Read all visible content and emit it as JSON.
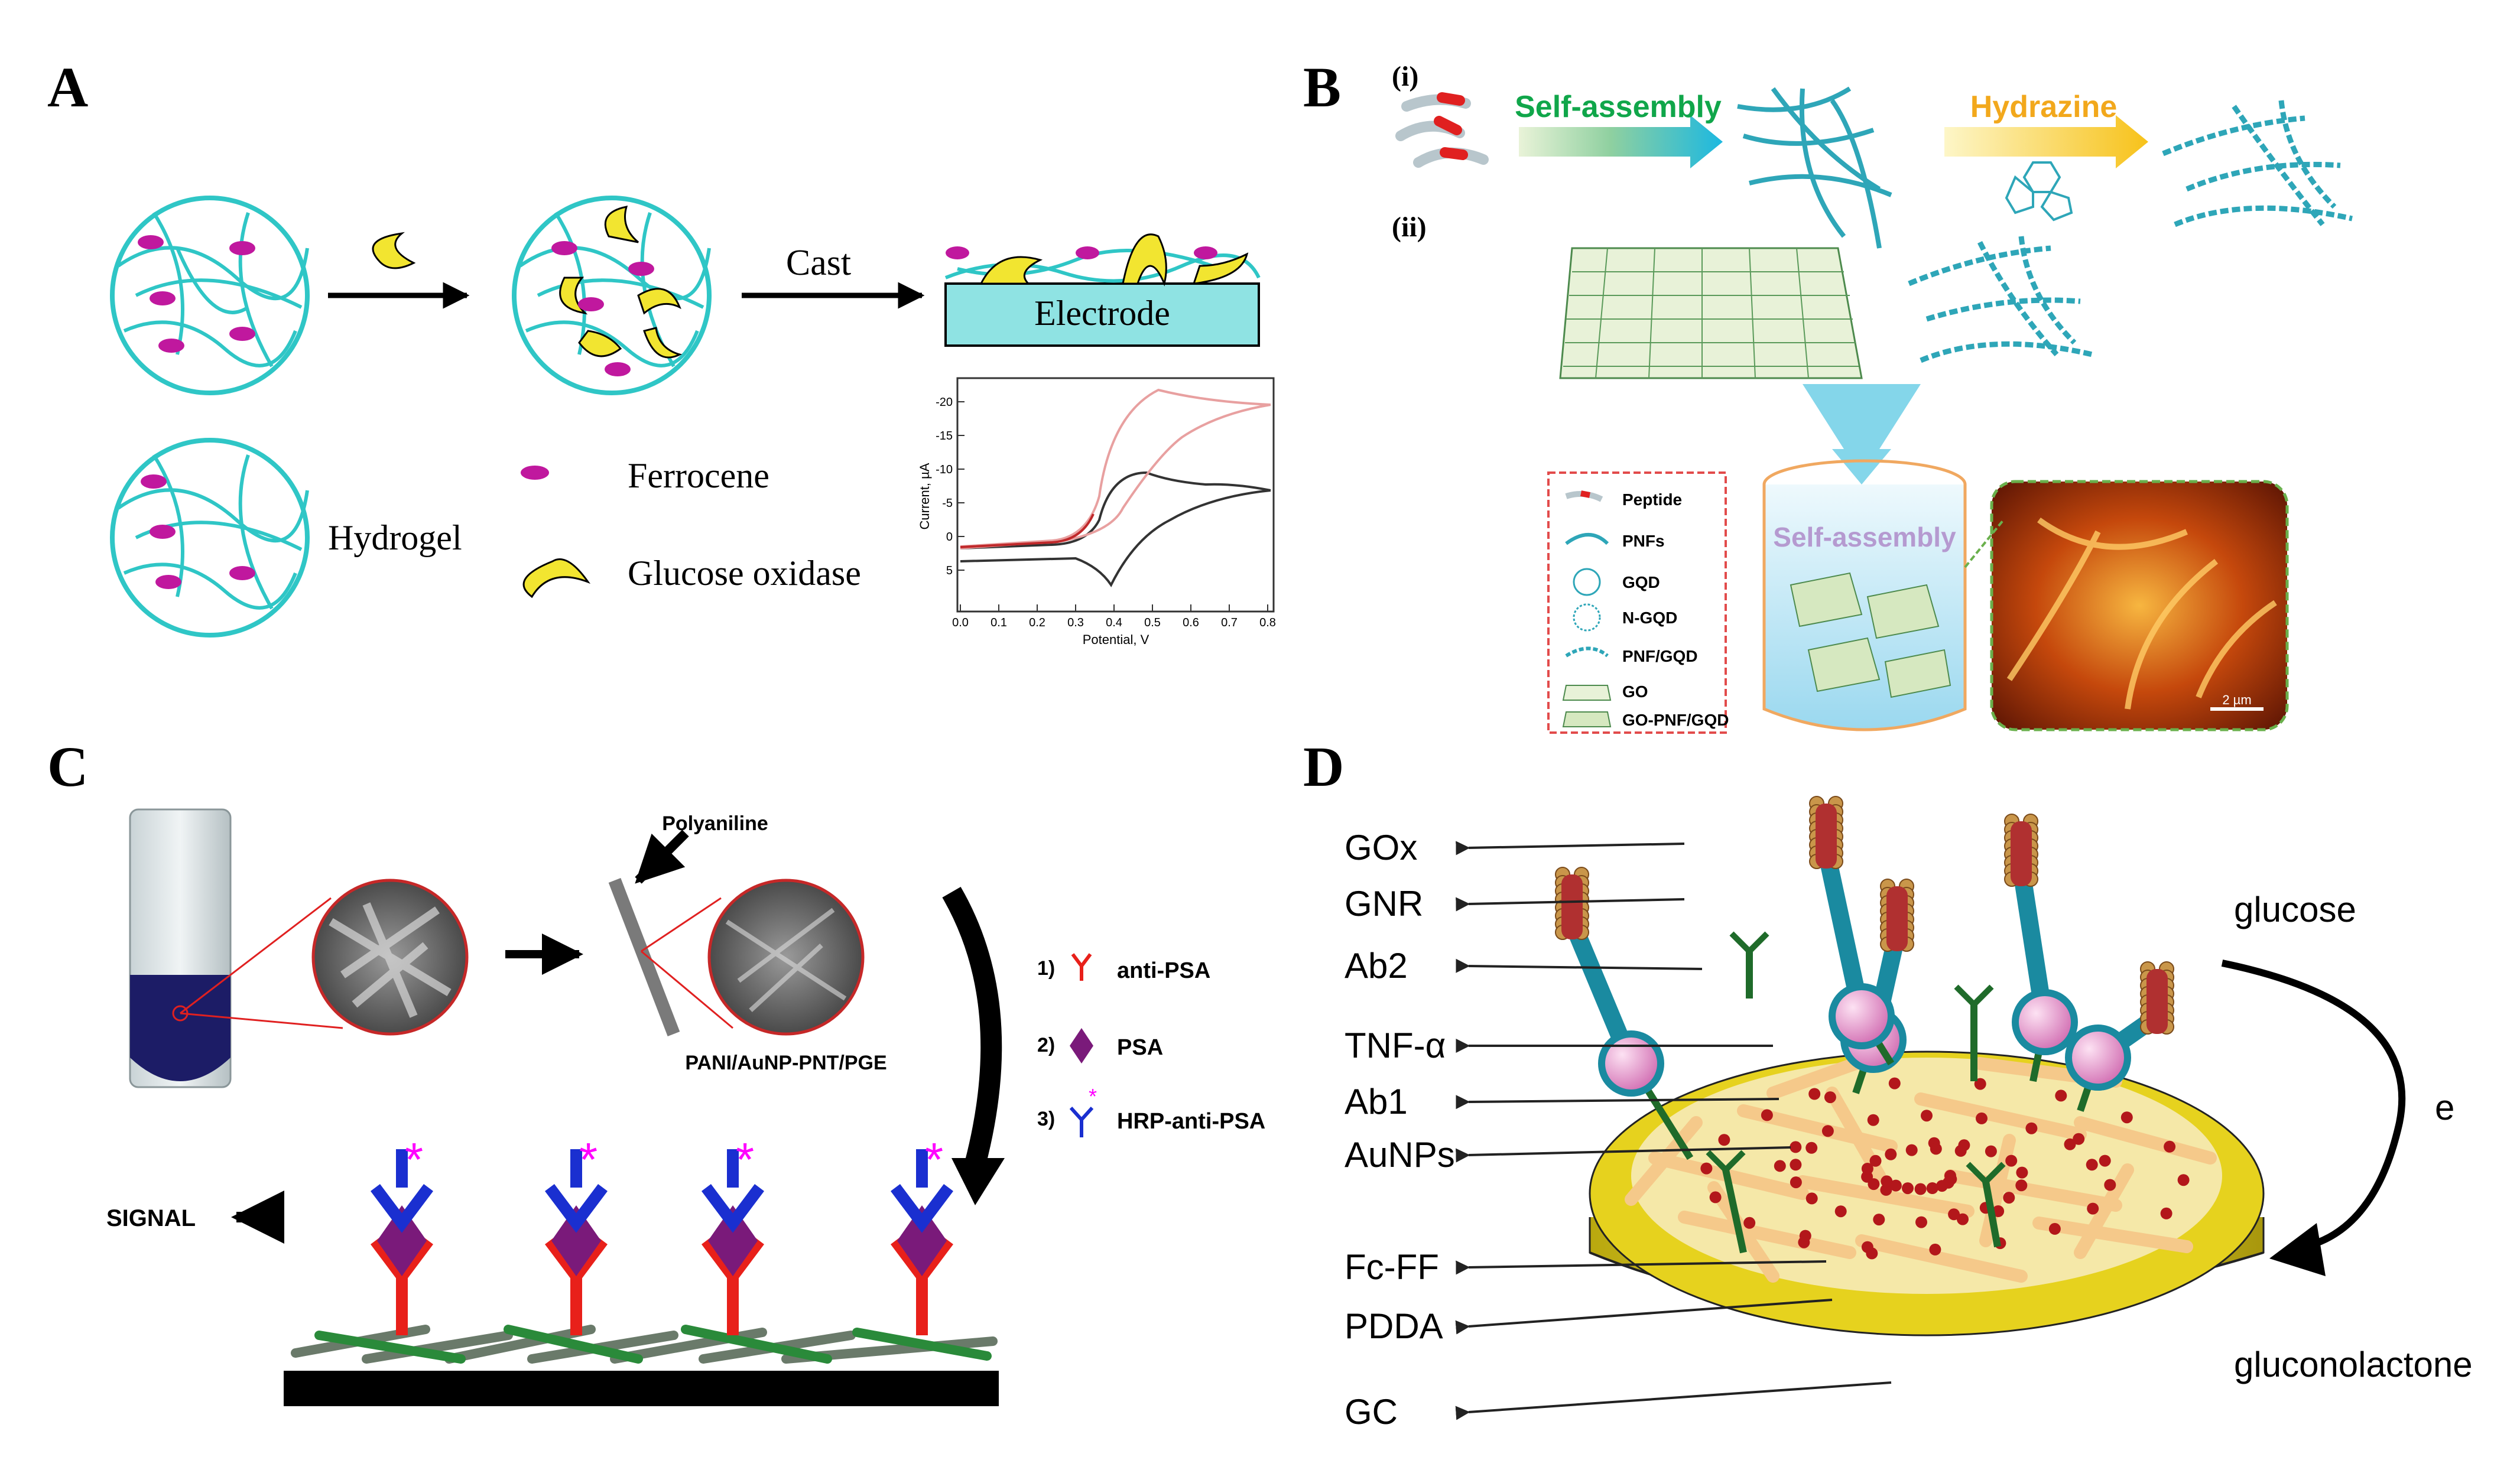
{
  "panels": {
    "A": {
      "label": "A",
      "cast_label": "Cast",
      "electrode_label": "Electrode",
      "legend": {
        "hydrogel": "Hydrogel",
        "ferrocene": "Ferrocene",
        "glucose_oxidase": "Glucose oxidase"
      },
      "cv_plot": {
        "y_axis_title": "Current, µA",
        "x_axis_title": "Potential, V",
        "y_ticks": [
          "-20",
          "-15",
          "-10",
          "-5",
          "0",
          "5"
        ],
        "x_ticks": [
          "0.0",
          "0.1",
          "0.2",
          "0.3",
          "0.4",
          "0.5",
          "0.6",
          "0.7",
          "0.8"
        ]
      }
    },
    "B": {
      "label": "B",
      "step_i": "(i)",
      "step_ii": "(ii)",
      "self_assembly_arrow": "Self-assembly",
      "hydrazine_arrow": "Hydrazine",
      "beaker_label": "Self-assembly",
      "legend": [
        "Peptide",
        "PNFs",
        "GQD",
        "N-GQD",
        "PNF/GQD",
        "GO",
        "GO-PNF/GQD"
      ],
      "scale_bar": "2 µm"
    },
    "C": {
      "label": "C",
      "polyaniline": "Polyaniline",
      "electrode_label": "PANI/AuNP-PNT/PGE",
      "steps": [
        {
          "num": "1)",
          "text": "anti-PSA"
        },
        {
          "num": "2)",
          "text": "PSA"
        },
        {
          "num": "3)",
          "text": "HRP-anti-PSA"
        }
      ],
      "signal": "SIGNAL"
    },
    "D": {
      "label": "D",
      "left_labels": [
        "GOx",
        "GNR",
        "Ab2",
        "TNF-α",
        "Ab1",
        "AuNPs",
        "Fc-FF",
        "PDDA",
        "GC"
      ],
      "glucose": "glucose",
      "electron": "e",
      "gluconolactone": "gluconolactone"
    }
  },
  "colors": {
    "fiber_cyan": "#2fc6c6",
    "ferrocene_magenta": "#c0189e",
    "enzyme_yellow": "#f2e530",
    "electrode_cyan": "#8fe3e3",
    "arrow_green": "#10a64a",
    "arrow_orange": "#f2a81c",
    "antibody_red": "#e8201a",
    "antibody_blue": "#1a2fd0",
    "psa_purple": "#7a1a7a",
    "hrp_star": "#ff00ff",
    "gold_disk": "#e6d21e",
    "rod_orange": "#f5c98a",
    "afm_orange": "#e36a0e"
  }
}
